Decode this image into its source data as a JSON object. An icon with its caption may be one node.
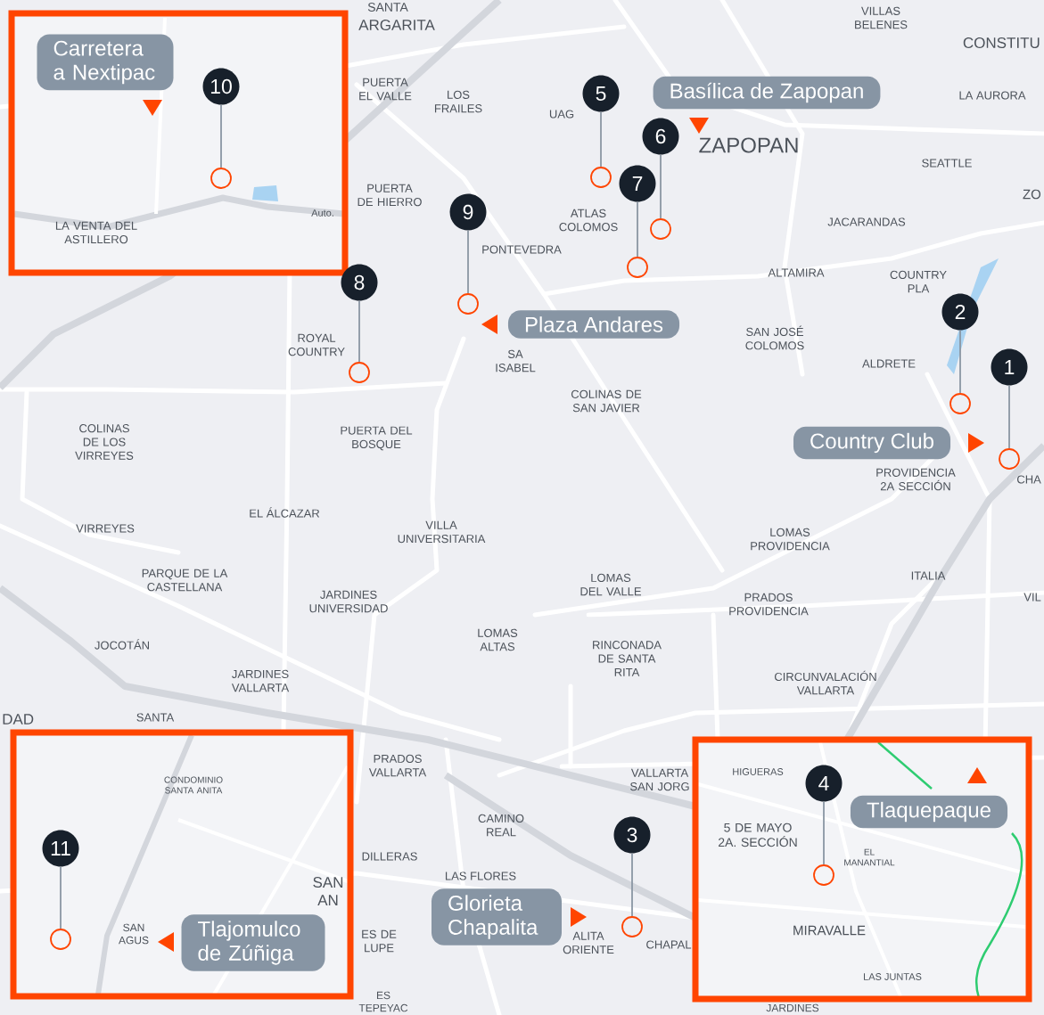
{
  "diagram": {
    "nodes": [
      {
        "text": [
          "Carretera a Nextipac"
        ]
      },
      {
        "text": [
          "Basílica de Zapopan"
        ]
      },
      {
        "text": [
          "Plaza Andares"
        ]
      },
      {
        "text": [
          "Country Club"
        ]
      },
      {
        "text": [
          "Glorieta Chapalita"
        ]
      },
      {
        "text": [
          "Tlajomulco de Zúñiga"
        ]
      },
      {
        "text": [
          "Tlaquepaque"
        ]
      },
      {
        "text": [
          "1"
        ]
      },
      {
        "text": [
          "2"
        ]
      },
      {
        "text": [
          "3"
        ]
      },
      {
        "text": [
          "4"
        ]
      },
      {
        "text": [
          "5"
        ]
      },
      {
        "text": [
          "6"
        ]
      },
      {
        "text": [
          "7"
        ]
      },
      {
        "text": [
          "8"
        ]
      },
      {
        "text": [
          "9"
        ]
      },
      {
        "text": [
          "10"
        ]
      },
      {
        "text": [
          "11"
        ]
      },
      {
        "text": [],
        "shape": "circle"
      },
      {
        "text": [],
        "shape": "circle"
      },
      {
        "text": [],
        "shape": "circle"
      },
      {
        "text": [],
        "shape": "circle"
      },
      {
        "text": [],
        "shape": "circle"
      },
      {
        "text": [],
        "shape": "circle"
      },
      {
        "text": [],
        "shape": "circle"
      },
      {
        "text": [],
        "shape": "circle"
      },
      {
        "text": [],
        "shape": "circle"
      },
      {
        "text": [],
        "shape": "circle"
      },
      {
        "text": [],
        "shape": "circle"
      }
    ],
    "edges": [
      {
        "from": 7,
        "to": 18,
        "arrow": "none"
      },
      {
        "from": 8,
        "to": 19,
        "arrow": "none"
      },
      {
        "from": 9,
        "to": 20,
        "arrow": "none"
      },
      {
        "from": 10,
        "to": 21,
        "arrow": "none"
      },
      {
        "from": 11,
        "to": 22,
        "arrow": "none"
      },
      {
        "from": 12,
        "to": 23,
        "arrow": "none"
      },
      {
        "from": 13,
        "to": 24,
        "arrow": "none"
      },
      {
        "from": 14,
        "to": 25,
        "arrow": "none"
      },
      {
        "from": 15,
        "to": 26,
        "arrow": "none"
      },
      {
        "from": 16,
        "to": 27,
        "arrow": "none"
      },
      {
        "from": 17,
        "to": 28,
        "arrow": "none"
      }
    ],
    "labels": [
      "SANTA",
      "ARGARITA",
      "VILLAS BELENES",
      "CONSTITU",
      "PUERTA EL VALLE",
      "LOS FRAILES",
      "LA AURORA",
      "UAG",
      "ZAPOPAN",
      "SEATTLE",
      "ZO",
      "PUERTA DE HIERRO",
      "ATLAS COLOMOS",
      "JACARANDAS",
      "LA VENTA DEL ASTILLERO",
      "Auto.",
      "PONTEVEDRA",
      "ALTAMIRA",
      "COUNTRY PLA",
      "ROYAL COUNTRY",
      "SA ISABEL",
      "SAN JOSÉ COLOMOS",
      "ALDRETE",
      "COLINAS DE SAN JAVIER",
      "COLINAS DE LOS VIRREYES",
      "PUERTA DEL BOSQUE",
      "PROVIDENCIA 2A SECCIÓN",
      "CHA",
      "EL ÁLCAZAR",
      "VIRREYES",
      "VILLA UNIVERSITARIA",
      "LOMAS PROVIDENCIA",
      "ITALIA",
      "PARQUE DE LA CASTELLANA",
      "LOMAS DEL VALLE",
      "VIL",
      "JARDINES UNIVERSIDAD",
      "PRADOS PROVIDENCIA",
      "LOMAS ALTAS",
      "JOCOTÁN",
      "RINCONADA DE SANTA RITA",
      "JARDINES VALLARTA",
      "CIRCUNVALACIÓN VALLARTA",
      "DAD",
      "SANTA",
      "CONDOMINIO SANTA ANITA",
      "PRADOS VALLARTA",
      "VALLARTA SAN JORG",
      "HIGUERAS",
      "CAMINO REAL",
      "5 DE MAYO 2A. SECCIÓN",
      "DILLERAS",
      "EL MANANTIAL",
      "LAS FLORES",
      "SAN AN",
      "MIRAVALLE",
      "SAN AGUS",
      "ES DE LUPE",
      "ALITA ORIENTE",
      "CHAPAL",
      "LAS JUNTAS",
      "ES TEPEYAC",
      "JARDINES"
    ]
  }
}
